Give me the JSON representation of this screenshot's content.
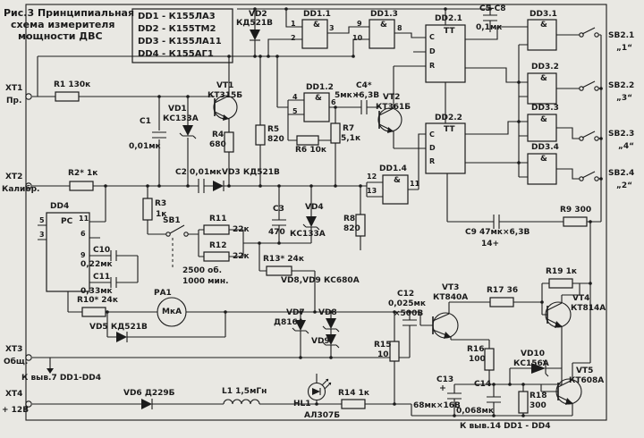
{
  "figure": {
    "title1": "Рис.3 Принципиальная",
    "title2": "схема измерителя",
    "title3": "мощности ДВС"
  },
  "legend": {
    "items": [
      "DD1 - К155ЛА3",
      "DD2 - К155ТМ2",
      "DD3 - К155ЛА11",
      "DD4 - К155АГ1"
    ]
  },
  "terminals": {
    "xt1": "XT1",
    "xt1_name": "Пр.",
    "xt2": "XT2",
    "xt2_name": "Калибр.",
    "xt3": "XT3",
    "xt3_name": "Общ.",
    "xt4": "XT4",
    "xt4_name": "+ 12В"
  },
  "ics": {
    "dd1_1": "DD1.1",
    "dd1_2": "DD1.2",
    "dd1_3": "DD1.3",
    "dd1_4": "DD1.4",
    "dd2_1": "DD2.1",
    "dd2_2": "DD2.2",
    "dd3_1": "DD3.1",
    "dd3_2": "DD3.2",
    "dd3_3": "DD3.3",
    "dd3_4": "DD3.4",
    "dd4": "DD4",
    "dd4_func": "РС",
    "nand_symbol": "&",
    "trigger_symbol": "TT",
    "pins": {
      "dd1_1": [
        "1",
        "2",
        "3"
      ],
      "dd1_3": [
        "9",
        "10",
        "8"
      ],
      "dd1_2": [
        "4",
        "5",
        "6"
      ],
      "dd1_4": [
        "12",
        "13",
        "11"
      ],
      "dd2_letters": [
        "C",
        "D",
        "R"
      ],
      "dd4_pins": [
        "5",
        "3",
        "11",
        "6",
        "9"
      ]
    }
  },
  "resistors": {
    "r1": "R1 130к",
    "r2": "R2* 1к",
    "r3": "R3",
    "r3_val": "1к",
    "r4": "R4",
    "r4_val": "680",
    "r5": "R5",
    "r5_val": "820",
    "r6": "R6 10к",
    "r7": "R7",
    "r7_val": "5,1к",
    "r8": "R8",
    "r8_val": "820",
    "r9": "R9 300",
    "r10": "R10* 24к",
    "r11": "R11",
    "r11_val": "22к",
    "r12": "R12",
    "r12_val": "22к",
    "r13": "R13* 24к",
    "r14": "R14 1к",
    "r15": "R15",
    "r15_val": "10",
    "r16": "R16",
    "r16_val": "100",
    "r17": "R17 36",
    "r18": "R18",
    "r18_val": "300",
    "r19": "R19 1к"
  },
  "capacitors": {
    "c1": "C1",
    "c1_val": "0,01мк",
    "c2": "C2 0,01мк",
    "c3": "C3",
    "c3_val": "470",
    "c4": "C4*",
    "c4_val": "5мк×6,3В",
    "c5_c8": "C5-C8",
    "c5_c8_val": "0,1мк",
    "c9": "C9 47мк×6,3В",
    "c9_note": "14+",
    "c10": "C10",
    "c10_val": "0,22мк",
    "c11": "C11",
    "c11_val": "0,33мк",
    "c12": "C12",
    "c12_val": "0,025мк",
    "c12_rating": "×500В",
    "c13": "C13",
    "c13_val": "68мк×16В",
    "c14": "C14",
    "c14_val": "0,068мк"
  },
  "semiconductors": {
    "vd1": "VD1",
    "vd1_type": "КС133А",
    "vd2": "VD2",
    "vd2_type": "КД521В",
    "vd3": "VD3 КД521В",
    "vd4": "VD4",
    "vd4_type": "КС133А",
    "vd5": "VD5 КД521В",
    "vd6": "VD6 Д229Б",
    "vd7": "VD7",
    "vd8": "VD8",
    "vd7_vd8_type": "Д816А",
    "vd9": "VD9",
    "vd8_vd9_note": "VD8,VD9 КС680А",
    "vd10": "VD10",
    "vd10_type": "КС156А",
    "vt1": "VT1",
    "vt1_type": "КТ315Б",
    "vt2": "VT2",
    "vt2_type": "КТ361Б",
    "vt3": "VT3",
    "vt3_type": "КТ840А",
    "vt4": "VT4",
    "vt4_type": "КТ814А",
    "vt5": "VT5",
    "vt5_type": "КТ608А",
    "hl1": "HL1",
    "hl1_type": "АЛ307Б"
  },
  "switches": {
    "sb1": "SB1",
    "sb2_1": "SB2.1",
    "sb2_1_pos": "„1“",
    "sb2_2": "SB2.2",
    "sb2_2_pos": "„3“",
    "sb2_3": "SB2.3",
    "sb2_3_pos": "„4“",
    "sb2_4": "SB2.4",
    "sb2_4_pos": "„2“"
  },
  "misc": {
    "pa1": "РА1",
    "pa1_unit": "МкА",
    "l1": "L1 1,5мГн",
    "rpm_line1": "2500 об.",
    "rpm_line2": "1000 мин.",
    "to_pin7": "К выв.7 DD1-DD4",
    "to_pin14": "К выв.14 DD1 - DD4"
  },
  "colors": {
    "ink": "#1b1b1b",
    "paper": "#e9e8e3"
  }
}
